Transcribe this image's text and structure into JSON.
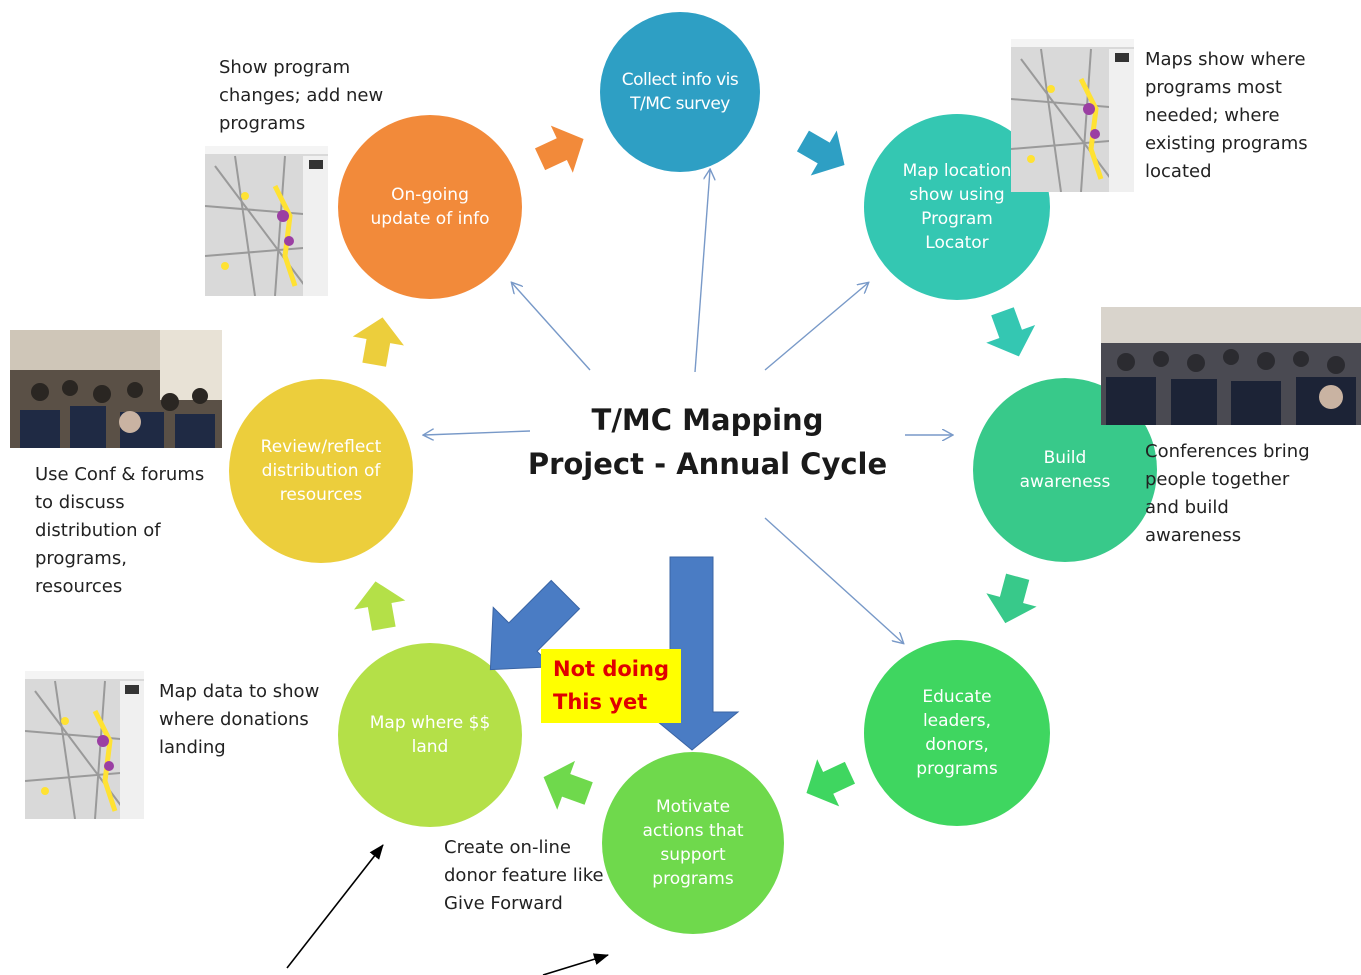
{
  "title": "T/MC Mapping\nProject -  Annual Cycle",
  "nodes": {
    "collect": "Collect info vis\nT/MC survey",
    "map_location": "Map location\nshow using\nProgram\nLocator",
    "build": "Build\nawareness",
    "educate": "Educate\nleaders,\ndonors,\nprograms",
    "motivate": "Motivate\nactions that\nsupport\nprograms",
    "map_ss": "Map where $$\nland",
    "review": "Review/reflect\ndistribution of\nresources",
    "ongoing": "On-going\nupdate of  info"
  },
  "notes": {
    "show_program": "Show program\nchanges; add new\nprograms",
    "maps_show": "Maps show where\nprograms most\nneeded; where\nexisting programs\nlocated",
    "conferences": "Conferences bring\npeople together\nand build\nawareness",
    "use_conf": "Use Conf & forums\nto discuss\ndistribution of\nprograms,\nresources",
    "map_data": "Map data to show\nwhere donations\nlanding",
    "create_online": "Create on-line\ndonor  feature like\nGive Forward"
  },
  "badge": "Not doing\nThis yet",
  "colors": {
    "collect": "#2e9fc4",
    "map_location": "#34c7b2",
    "build": "#38c98a",
    "educate": "#3fd660",
    "motivate": "#6fd94c",
    "map_ss": "#b4e048",
    "review": "#ecce3c",
    "ongoing": "#f28a3a",
    "blue_arrow": "#4a7cc4",
    "thin_arrow": "#7899c8"
  }
}
